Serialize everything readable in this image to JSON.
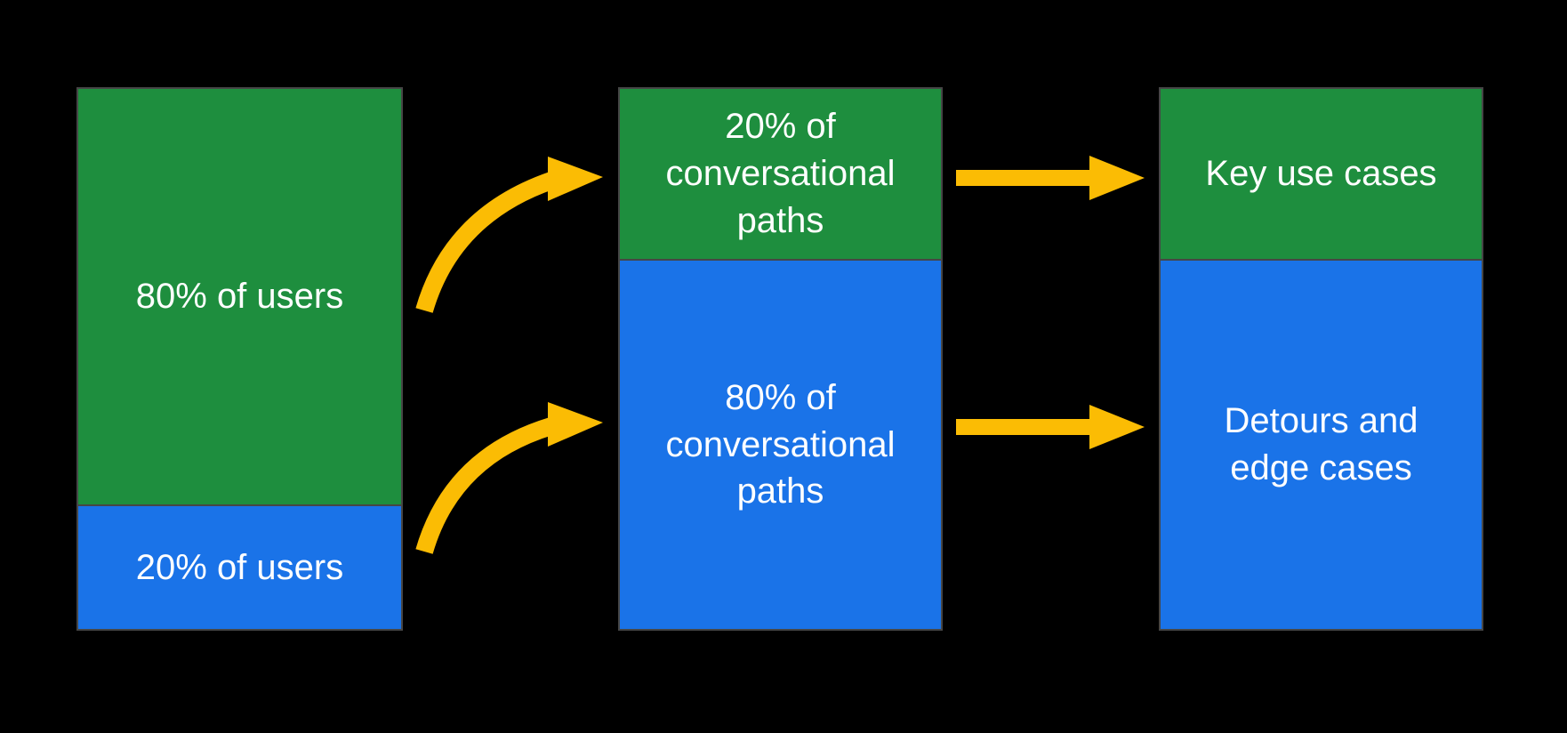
{
  "colors": {
    "green": "#1E8E3E",
    "blue": "#1A73E8",
    "arrow": "#FBBC04",
    "border": "#464646",
    "background": "#000000",
    "text": "#FFFFFF"
  },
  "bars": [
    {
      "name": "users-bar",
      "segments": [
        {
          "label": "80% of users",
          "color": "green",
          "height_pct": 77
        },
        {
          "label": "20% of users",
          "color": "blue",
          "height_pct": 23
        }
      ]
    },
    {
      "name": "conversational-paths-bar",
      "segments": [
        {
          "label": "20% of conversational paths",
          "color": "green",
          "height_pct": 31.5
        },
        {
          "label": "80% of conversational paths",
          "color": "blue",
          "height_pct": 68.5
        }
      ]
    },
    {
      "name": "outcomes-bar",
      "segments": [
        {
          "label": "Key use cases",
          "color": "green",
          "height_pct": 31.5
        },
        {
          "label": "Detours and edge cases",
          "color": "blue",
          "height_pct": 68.5
        }
      ]
    }
  ],
  "arrows": [
    {
      "name": "arrow-users80-to-paths20",
      "type": "curved"
    },
    {
      "name": "arrow-users20-to-paths80",
      "type": "curved"
    },
    {
      "name": "arrow-paths20-to-key-use-cases",
      "type": "straight"
    },
    {
      "name": "arrow-paths80-to-detours",
      "type": "straight"
    }
  ]
}
